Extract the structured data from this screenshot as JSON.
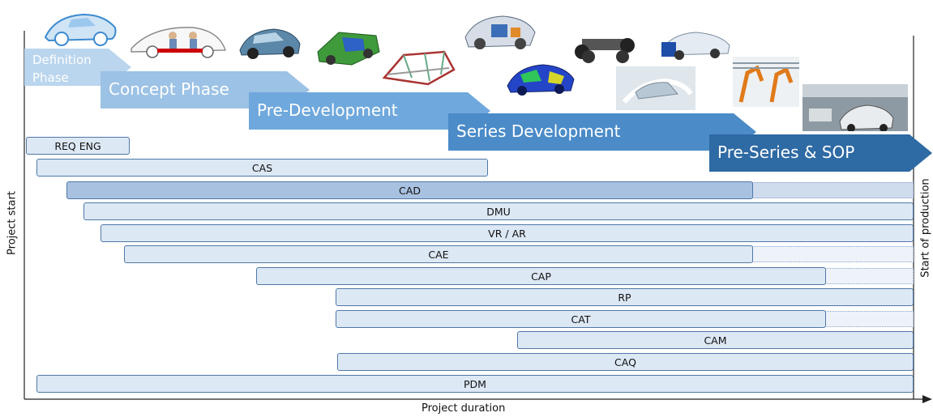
{
  "phases": {
    "definition": {
      "line1": "Definition",
      "line2": "Phase"
    },
    "concept": "Concept Phase",
    "pre_development": "Pre-Development",
    "series_development": "Series Development",
    "pre_series": "Pre-Series & SOP"
  },
  "bars": {
    "req_eng": "REQ ENG",
    "cas": "CAS",
    "cad": "CAD",
    "dmu": "DMU",
    "vr_ar": "VR / AR",
    "cae": "CAE",
    "cap": "CAP",
    "rp": "RP",
    "cat": "CAT",
    "cam": "CAM",
    "caq": "CAQ",
    "pdm": "PDM"
  },
  "axes": {
    "y_label": "Project start",
    "x_label": "Project duration",
    "end_label": "Start of production"
  },
  "colors": {
    "phase_definition": "#b7d3ee",
    "phase_concept": "#9cc2e5",
    "phase_pre_development": "#6fa8dc",
    "phase_series_development": "#4a8bc8",
    "phase_pre_series": "#2e6aa4",
    "bar_fill": "#dde8f5",
    "bar_fill_dark": "#a9c1e1",
    "bar_border": "#4f78a6"
  },
  "images": [
    "car-sketch-image",
    "car-interior-sketch-image",
    "car-rendering-image",
    "car-cad-model-image",
    "body-frame-image",
    "engine-bay-model-image",
    "fea-body-mesh-image",
    "chassis-image",
    "car-prototype-image",
    "crash-test-image",
    "factory-robots-image",
    "production-line-image"
  ]
}
